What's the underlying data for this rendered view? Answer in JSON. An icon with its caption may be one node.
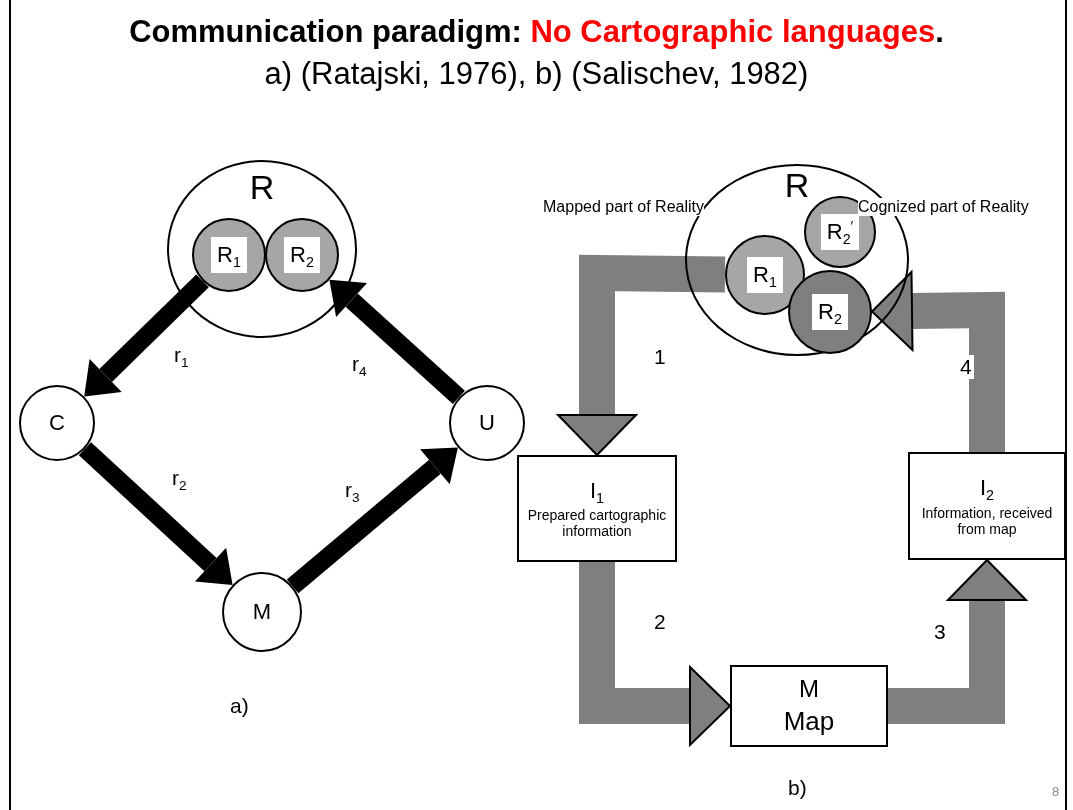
{
  "diagram": {
    "title": "Communication paradigm: *No Cartographic languages*.",
    "nodes": [
      {
        "text": [
          "R"
        ]
      },
      {
        "text": [
          "R$_{1}$"
        ],
        "in": 0
      },
      {
        "text": [
          "R$_{2}$"
        ],
        "in": 0
      },
      {
        "text": [
          "C"
        ]
      },
      {
        "text": [
          "U"
        ]
      },
      {
        "text": [
          "M"
        ]
      },
      {
        "text": [
          "R"
        ]
      },
      {
        "text": [
          "R$_{1}$"
        ],
        "in": 6
      },
      {
        "text": [
          "R$_{2}$$^{′}$"
        ],
        "in": 6
      },
      {
        "text": [
          "R$_{2}$"
        ],
        "in": 6
      },
      {
        "text": [
          "I$_{1}$",
          "Prepared cartographic information"
        ]
      },
      {
        "text": [
          "M",
          "Map"
        ]
      },
      {
        "text": [
          "I$_{2}$",
          "Information, received from map"
        ]
      }
    ],
    "edges": [
      {
        "from": 1,
        "to": 3,
        "arrow": "to",
        "label": "r$_{1}$"
      },
      {
        "from": 3,
        "to": 5,
        "arrow": "to",
        "label": "r$_{2}$"
      },
      {
        "from": 5,
        "to": 4,
        "arrow": "to",
        "label": "r$_{3}$"
      },
      {
        "from": 4,
        "to": 2,
        "arrow": "to",
        "label": "r$_{4}$"
      },
      {
        "from": 7,
        "to": 10,
        "arrow": "to",
        "label": "1",
        "style": "thick",
        "color": "#7f7f7f"
      },
      {
        "from": 10,
        "to": 11,
        "arrow": "to",
        "label": "2",
        "style": "thick",
        "color": "#7f7f7f"
      },
      {
        "from": 11,
        "to": 12,
        "arrow": "to",
        "label": "3",
        "style": "thick",
        "color": "#7f7f7f"
      },
      {
        "from": 12,
        "to": 9,
        "arrow": "to",
        "label": "4",
        "style": "thick",
        "color": "#7f7f7f"
      }
    ],
    "labels": [
      "a) (Ratajski, 1976), b) (Salischev, 1982)",
      "Mapped part of Reality",
      "Cognized part of Reality",
      "a)",
      "b)",
      "8"
    ]
  }
}
